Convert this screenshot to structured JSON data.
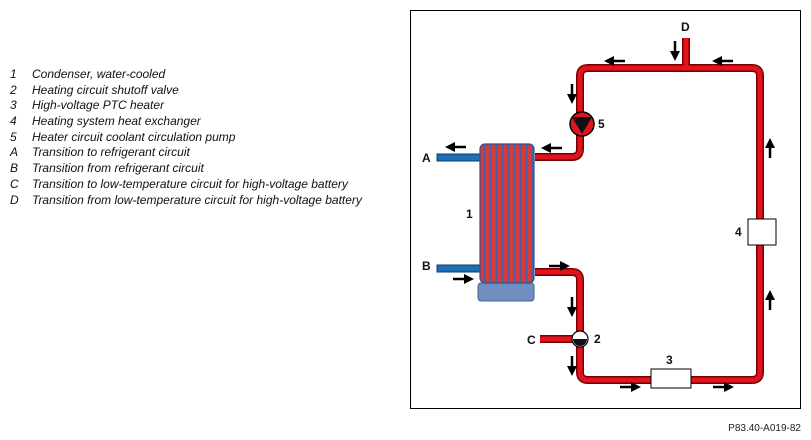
{
  "legend": [
    {
      "key": "1",
      "text": "Condenser, water-cooled"
    },
    {
      "key": "2",
      "text": "Heating circuit shutoff valve"
    },
    {
      "key": "3",
      "text": "High-voltage PTC heater"
    },
    {
      "key": "4",
      "text": "Heating system heat exchanger"
    },
    {
      "key": "5",
      "text": "Heater circuit coolant circulation pump"
    },
    {
      "key": "A",
      "text": "Transition to refrigerant circuit"
    },
    {
      "key": "B",
      "text": "Transition from refrigerant circuit"
    },
    {
      "key": "C",
      "text": "Transition to low-temperature circuit for high-voltage battery"
    },
    {
      "key": "D",
      "text": "Transition from low-temperature circuit for high-voltage battery"
    }
  ],
  "labels": {
    "condenser": "1",
    "valve": "2",
    "ptc_heater": "3",
    "heat_exchanger": "4",
    "pump": "5",
    "port_a": "A",
    "port_b": "B",
    "port_c": "C",
    "port_d": "D"
  },
  "figure_code": "P83.40-A019-82",
  "colors": {
    "coolant_pipe": "#e0141e",
    "refrigerant_pipe": "#1f6fb5",
    "condenser_base": "#6e8fc0"
  }
}
